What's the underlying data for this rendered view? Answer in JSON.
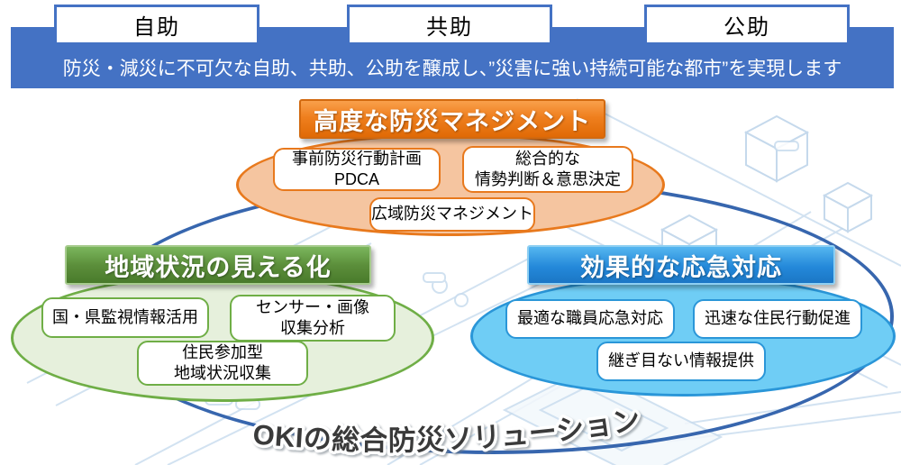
{
  "top": {
    "pillars": [
      "自助",
      "共助",
      "公助"
    ],
    "banner_message": "防災・減災に不可欠な自助、共助、公助を醸成し、”災害に強い持続可能な都市”を実現します"
  },
  "clusters": {
    "management": {
      "title": "高度な防災マネジメント",
      "items": [
        {
          "lines": [
            "事前防災行動計画",
            "PDCA"
          ]
        },
        {
          "lines": [
            "総合的な",
            "情勢判断＆意思決定"
          ]
        },
        {
          "lines": [
            "広域防災マネジメント"
          ]
        }
      ]
    },
    "visibility": {
      "title": "地域状況の見える化",
      "items": [
        {
          "lines": [
            "国・県監視情報活用"
          ]
        },
        {
          "lines": [
            "センサー・画像",
            "収集分析"
          ]
        },
        {
          "lines": [
            "住民参加型",
            "地域状況収集"
          ]
        }
      ]
    },
    "response": {
      "title": "効果的な応急対応",
      "items": [
        {
          "lines": [
            "最適な職員応急対応"
          ]
        },
        {
          "lines": [
            "迅速な住民行動促進"
          ]
        },
        {
          "lines": [
            "継ぎ目ない情報提供"
          ]
        }
      ]
    }
  },
  "footer": {
    "solution_title": "OKIの総合防災ソリューション"
  },
  "colors": {
    "banner_blue": "#4472C4",
    "management_orange": "#E8791D",
    "visibility_green": "#6FAE46",
    "response_blue": "#2A96D8",
    "outer_ellipse_blue": "#3766AE"
  }
}
